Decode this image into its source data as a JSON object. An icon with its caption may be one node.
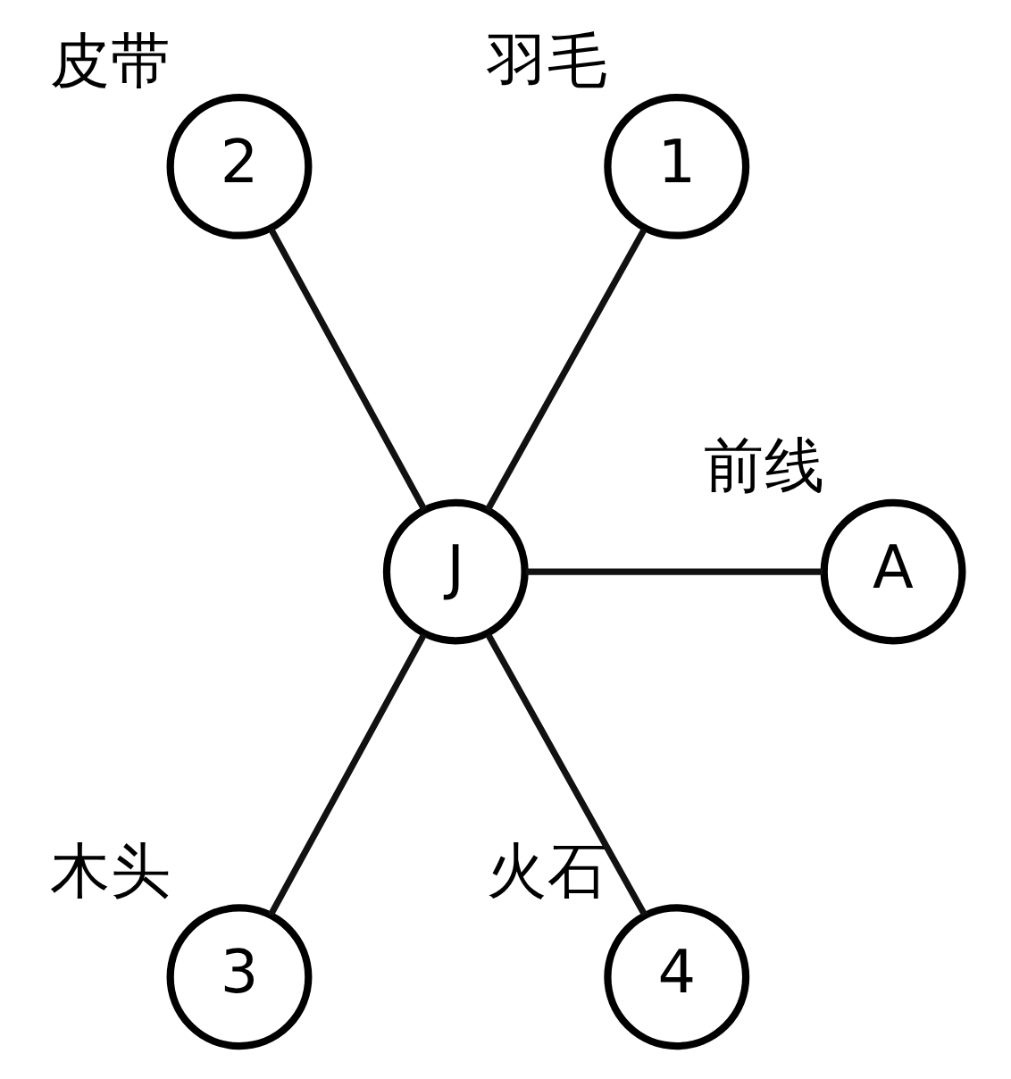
{
  "diagram": {
    "nodes": [
      {
        "text": [
          "1"
        ],
        "beside": [
          "羽毛"
        ]
      },
      {
        "text": [
          "2"
        ],
        "beside": [
          "皮带"
        ]
      },
      {
        "text": [
          "J"
        ]
      },
      {
        "text": [
          "A"
        ],
        "beside": [
          "前线"
        ]
      },
      {
        "text": [
          "3"
        ],
        "beside": [
          "木头"
        ]
      },
      {
        "text": [
          "4"
        ],
        "beside": [
          "火石"
        ]
      }
    ],
    "edges": [
      {
        "from": 2,
        "to": 0,
        "arrow": "none"
      },
      {
        "from": 2,
        "to": 1,
        "arrow": "none"
      },
      {
        "from": 2,
        "to": 3,
        "arrow": "none"
      },
      {
        "from": 2,
        "to": 4,
        "arrow": "none"
      },
      {
        "from": 2,
        "to": 5,
        "arrow": "none"
      }
    ]
  }
}
